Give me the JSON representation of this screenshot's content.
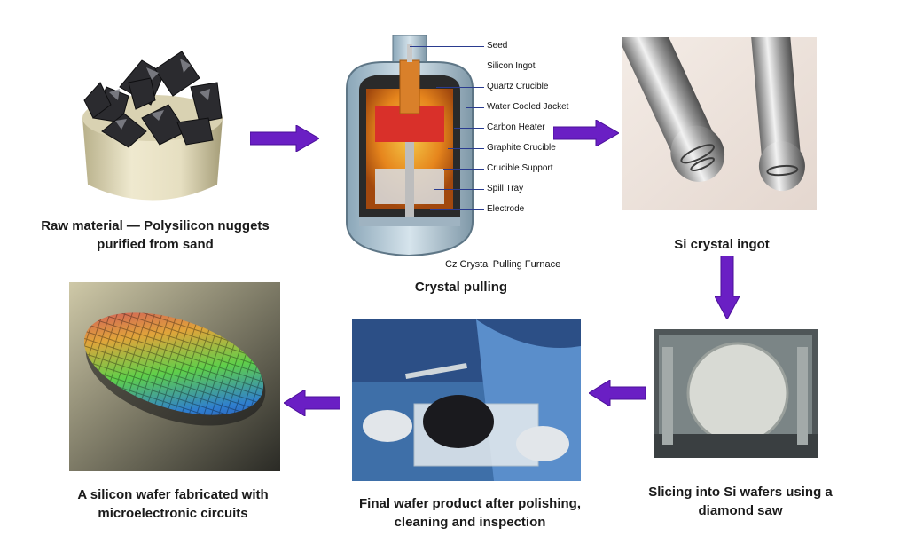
{
  "steps": {
    "raw": "Raw material  — Polysilicon nuggets\npurified from sand",
    "pulling": "Crystal pulling",
    "ingot": "Si crystal ingot",
    "slicing": "Slicing into Si wafers using a\ndiamond saw",
    "final": "Final wafer product after polishing,\ncleaning and inspection",
    "fabricated": "A silicon wafer fabricated with\nmicroelectronic circuits"
  },
  "furnace": {
    "caption": "Cz Crystal Pulling Furnace",
    "labels": [
      "Seed",
      "Silicon Ingot",
      "Quartz Crucible",
      "Water Cooled Jacket",
      "Carbon Heater",
      "Graphite Crucible",
      "Crucible Support",
      "Spill Tray",
      "Electrode"
    ]
  },
  "colors": {
    "arrow": "#6a1fc4",
    "arrow_dark": "#4b0f9a",
    "leader": "#2a3b8f"
  },
  "icons": [
    "polysilicon-nuggets-image",
    "cz-furnace-image",
    "ingot-image",
    "saw-image",
    "wafer-handling-image",
    "fabricated-wafer-image"
  ]
}
